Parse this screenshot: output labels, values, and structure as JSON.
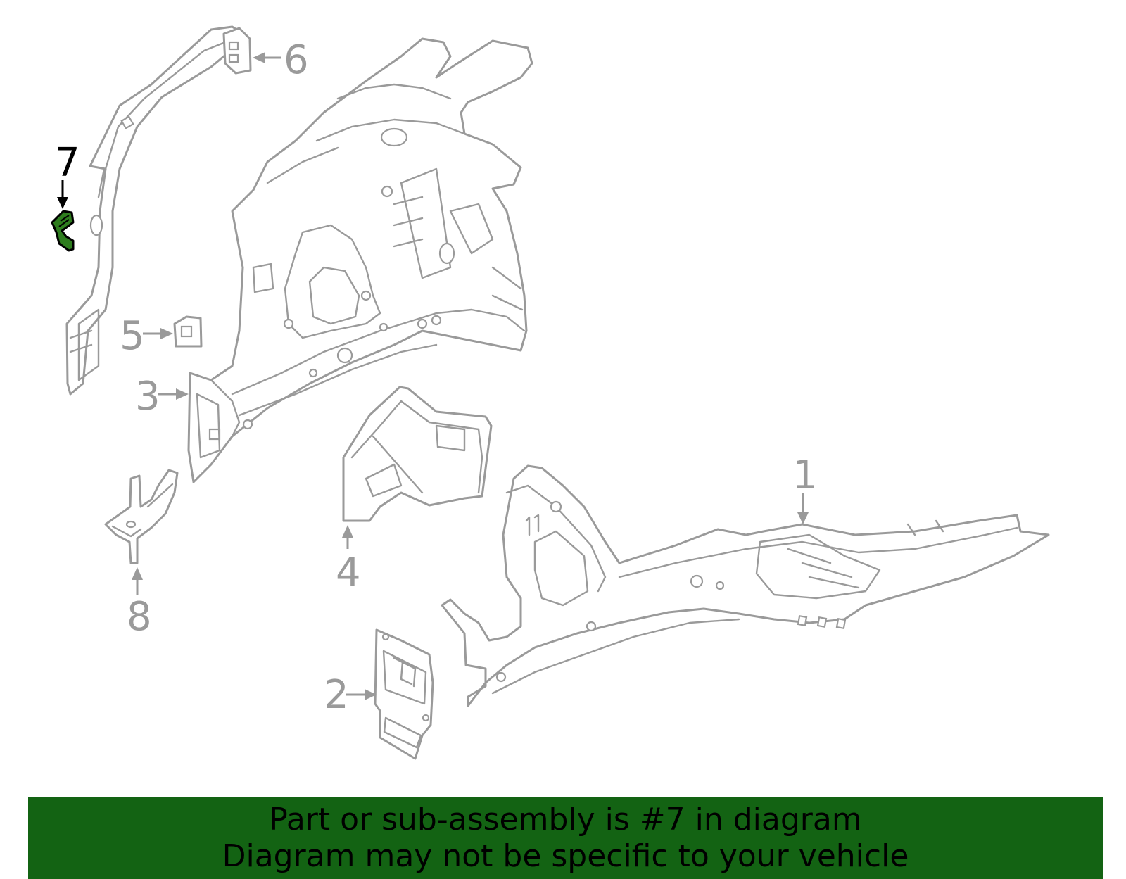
{
  "diagram": {
    "callouts": [
      {
        "number": "1",
        "active": false
      },
      {
        "number": "2",
        "active": false
      },
      {
        "number": "3",
        "active": false
      },
      {
        "number": "4",
        "active": false
      },
      {
        "number": "5",
        "active": false
      },
      {
        "number": "6",
        "active": false
      },
      {
        "number": "7",
        "active": true
      },
      {
        "number": "8",
        "active": false
      }
    ],
    "highlight_color": "#2e7d1e",
    "line_color": "#9a9a9a"
  },
  "banner": {
    "line1": "Part or sub-assembly is #7 in diagram",
    "line2": "Diagram may not be specific to your vehicle",
    "background_color": "#136313"
  }
}
